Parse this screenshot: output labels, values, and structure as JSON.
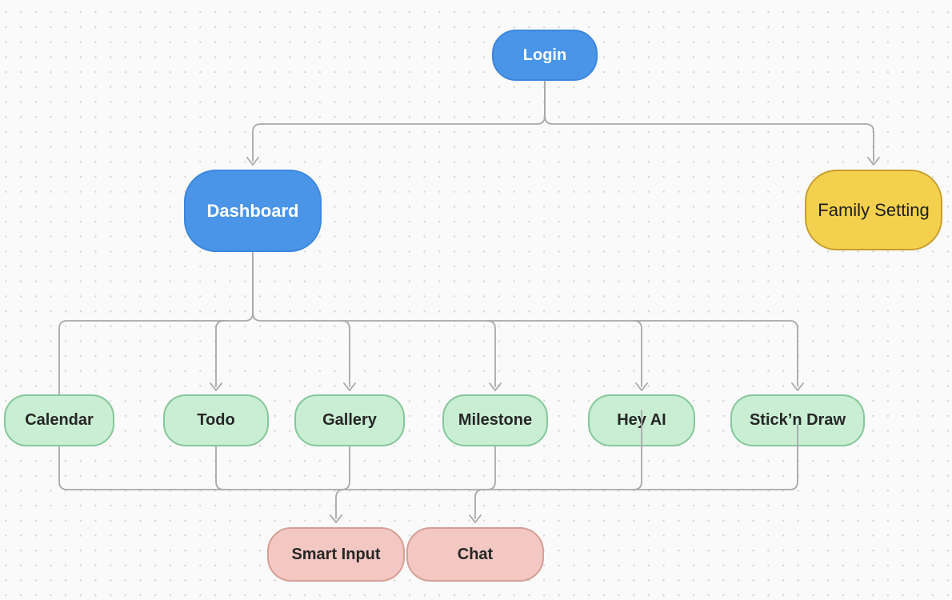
{
  "diagram": {
    "background": {
      "color": "#fafafa",
      "dot_color": "#d6d6d6"
    },
    "edge_color": "#a8a8a8",
    "nodes": [
      {
        "id": "login",
        "label": "Login",
        "fill": "#4a95e8",
        "border": "#3a87de",
        "text_color": "#ffffff"
      },
      {
        "id": "dashboard",
        "label": "Dashboard",
        "fill": "#4a95e8",
        "border": "#3a87de",
        "text_color": "#ffffff"
      },
      {
        "id": "family-setting",
        "label": "Family Setting",
        "fill": "#f3d14e",
        "border": "#c79d2e",
        "text_color": "#1d1d1d"
      },
      {
        "id": "calendar",
        "label": "Calendar",
        "fill": "#c9eed3",
        "border": "#85c79a",
        "text_color": "#262626"
      },
      {
        "id": "todo",
        "label": "Todo",
        "fill": "#c9eed3",
        "border": "#85c79a",
        "text_color": "#262626"
      },
      {
        "id": "gallery",
        "label": "Gallery",
        "fill": "#c9eed3",
        "border": "#85c79a",
        "text_color": "#262626"
      },
      {
        "id": "milestone",
        "label": "Milestone",
        "fill": "#c9eed3",
        "border": "#85c79a",
        "text_color": "#262626"
      },
      {
        "id": "hey-ai",
        "label": "Hey AI",
        "fill": "#c9eed3",
        "border": "#85c79a",
        "text_color": "#262626"
      },
      {
        "id": "stickn-draw",
        "label": "Stick’n Draw",
        "fill": "#c9eed3",
        "border": "#85c79a",
        "text_color": "#262626"
      },
      {
        "id": "smart-input",
        "label": "Smart Input",
        "fill": "#f3c8c2",
        "border": "#d69e96",
        "text_color": "#262626"
      },
      {
        "id": "chat",
        "label": "Chat",
        "fill": "#f3c8c2",
        "border": "#d69e96",
        "text_color": "#262626"
      }
    ],
    "edges": [
      {
        "from": "login",
        "to": "dashboard"
      },
      {
        "from": "login",
        "to": "family-setting"
      },
      {
        "from": "dashboard",
        "to": "calendar"
      },
      {
        "from": "dashboard",
        "to": "todo"
      },
      {
        "from": "dashboard",
        "to": "gallery"
      },
      {
        "from": "dashboard",
        "to": "milestone"
      },
      {
        "from": "dashboard",
        "to": "hey-ai"
      },
      {
        "from": "dashboard",
        "to": "stickn-draw"
      },
      {
        "from": "feature-bus",
        "to": "smart-input"
      },
      {
        "from": "feature-bus",
        "to": "chat"
      }
    ],
    "feature_bus_sources": [
      "calendar",
      "todo",
      "gallery",
      "milestone",
      "hey-ai",
      "stickn-draw"
    ]
  }
}
